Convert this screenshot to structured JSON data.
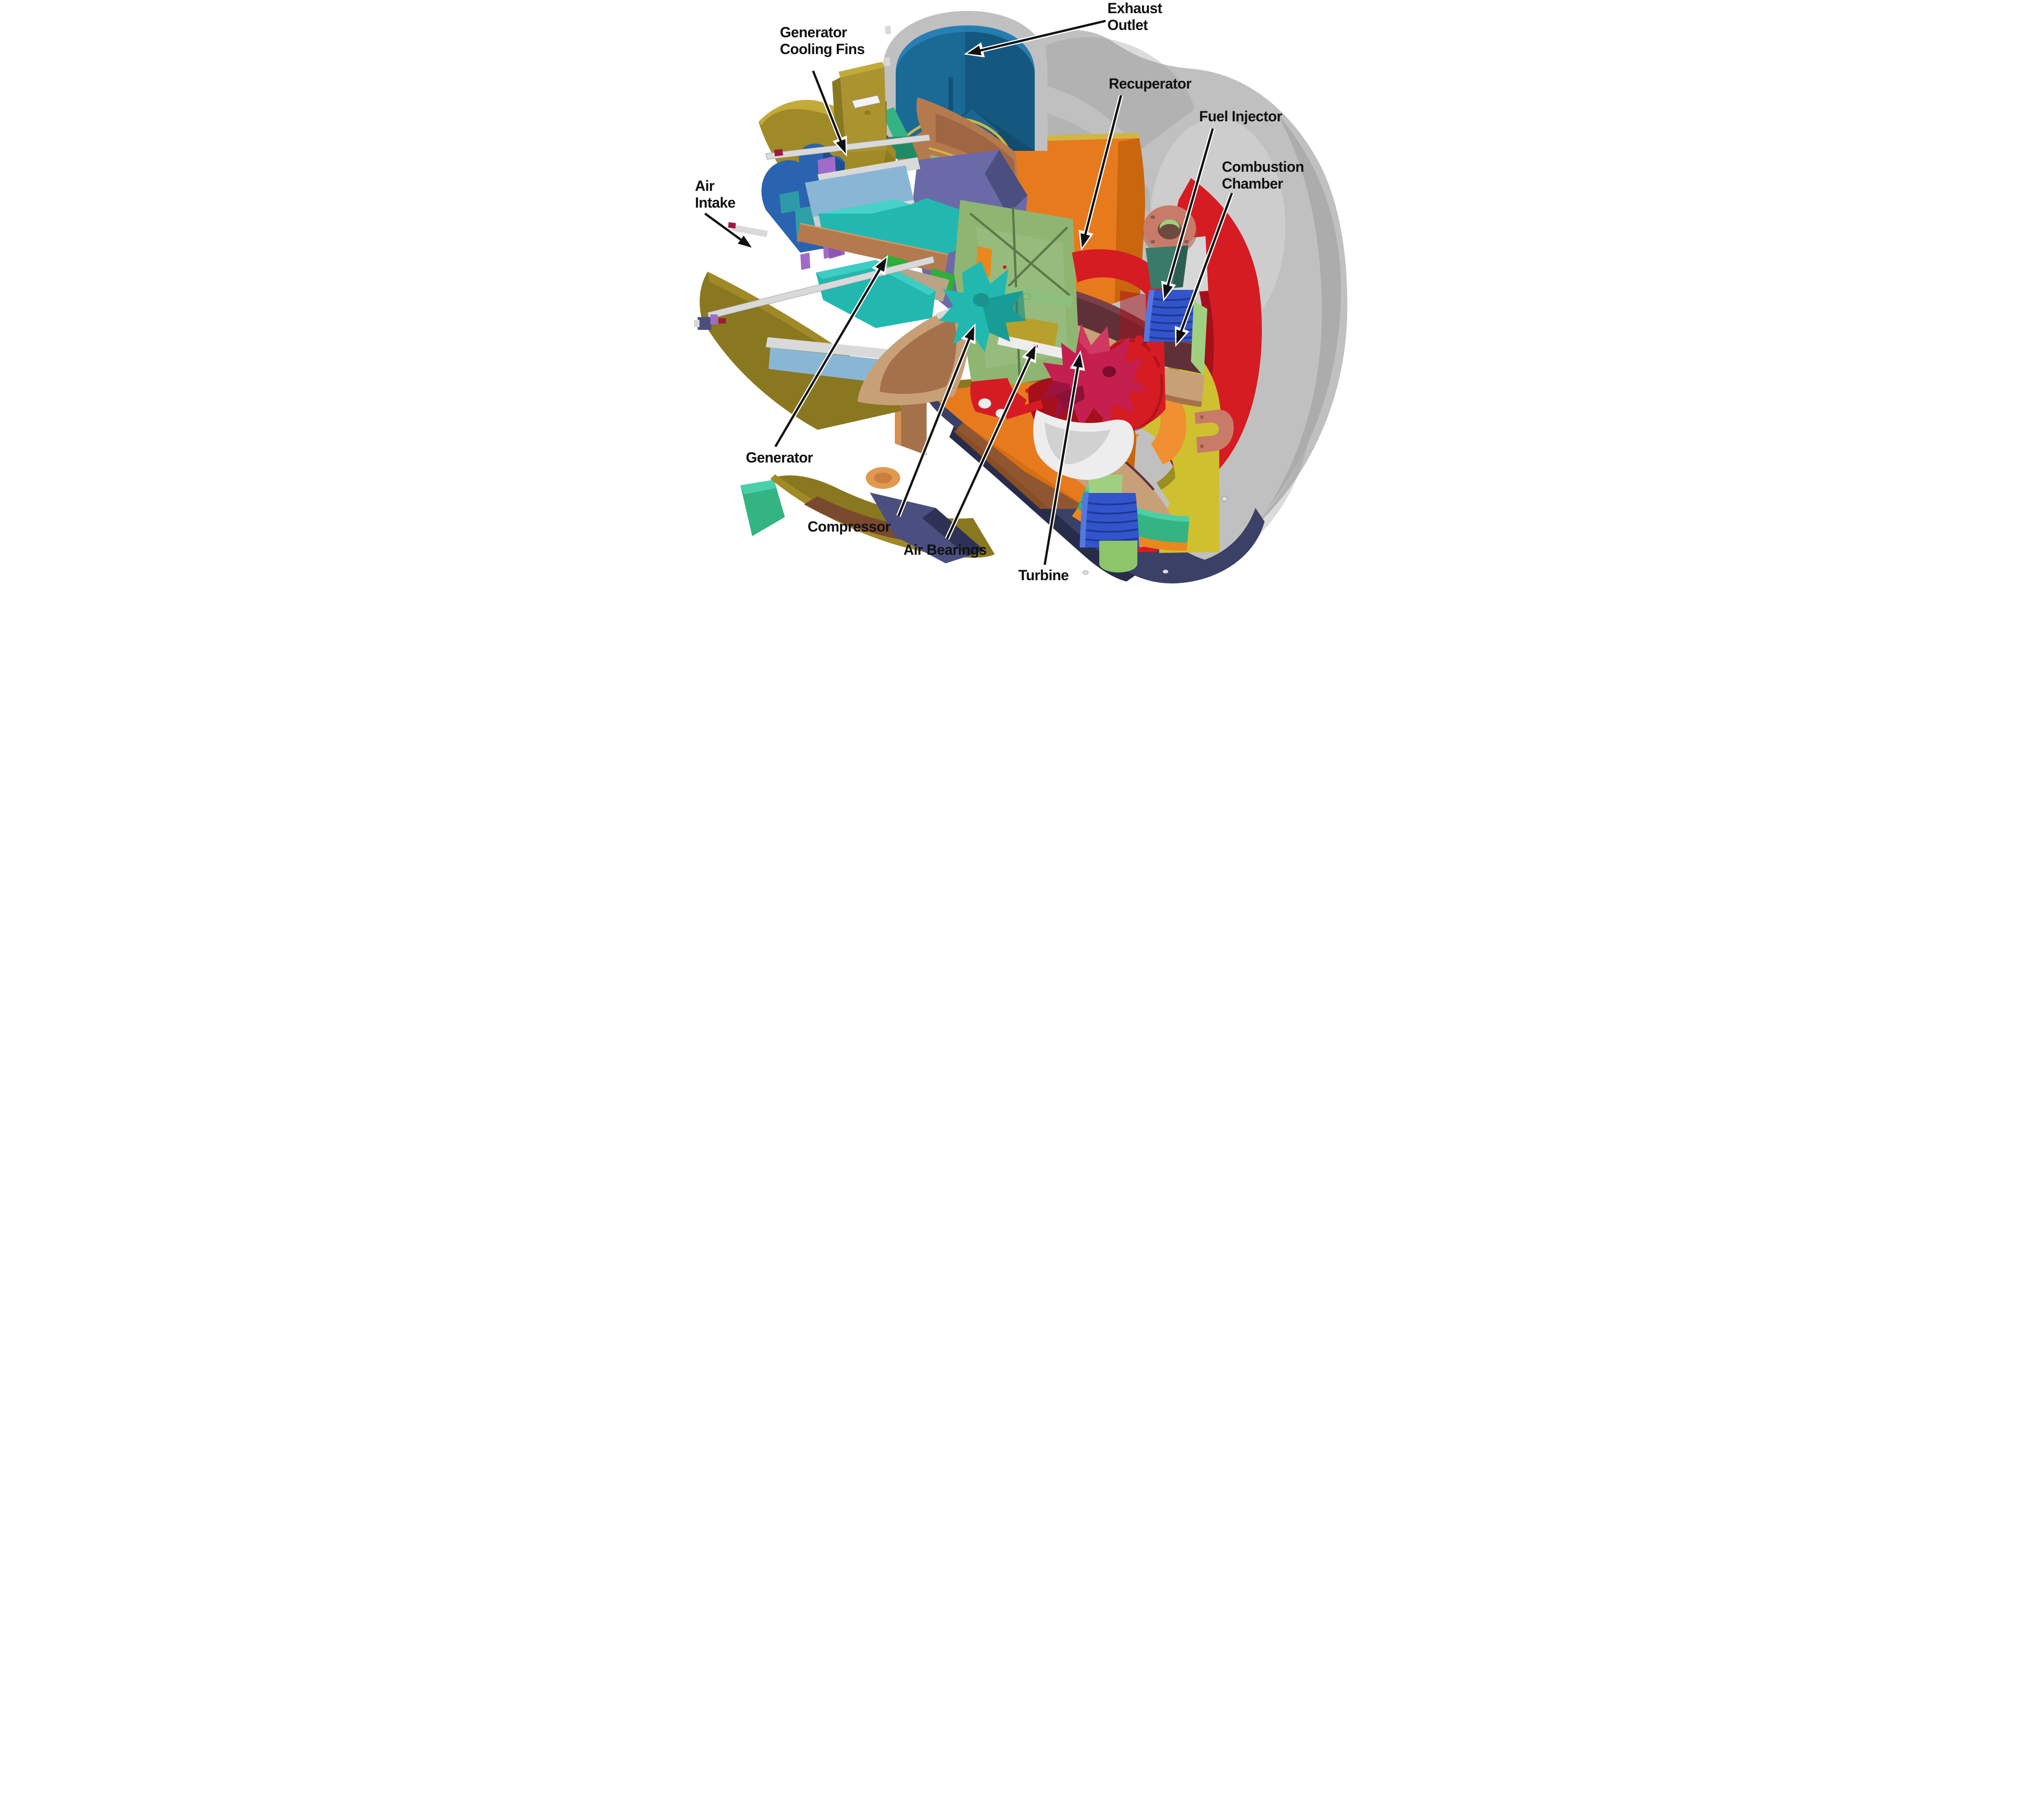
{
  "figure": {
    "type": "cutaway-diagram",
    "subject": "Microturbine engine cutaway with labeled components",
    "labels": [
      {
        "id": "exhaust-outlet",
        "line1": "Exhaust",
        "line2": "Outlet"
      },
      {
        "id": "generator-cooling-fins",
        "line1": "Generator",
        "line2": "Cooling Fins"
      },
      {
        "id": "recuperator",
        "line1": "Recuperator"
      },
      {
        "id": "fuel-injector",
        "line1": "Fuel Injector"
      },
      {
        "id": "combustion-chamber",
        "line1": "Combustion",
        "line2": "Chamber"
      },
      {
        "id": "air-intake",
        "line1": "Air",
        "line2": "Intake"
      },
      {
        "id": "generator",
        "line1": "Generator"
      },
      {
        "id": "compressor",
        "line1": "Compressor"
      },
      {
        "id": "air-bearings",
        "line1": "Air Bearings"
      },
      {
        "id": "turbine",
        "line1": "Turbine"
      }
    ],
    "palette": {
      "ink": "#111111",
      "gray_light": "#d7d7d7",
      "gray_mid": "#c0c0c0",
      "gray_dark": "#979797",
      "steel": "#d9d9d9",
      "white2": "#f4f4f4",
      "silver2": "#ededed",
      "navy": "#3a4066",
      "navy_dark": "#272c4a",
      "slate_blue": "#6a6aa8",
      "slate_deep": "#4a4f80",
      "olive": "#a08a28",
      "olive_light": "#c2ab3a",
      "olive_dark": "#79671d",
      "khaki": "#8a7820",
      "khaki_light": "#ab9330",
      "orange": "#e87a1e",
      "orange_dark": "#c9660e",
      "orange_bright": "#f09030",
      "orange_small": "#e8881f",
      "red": "#d51c22",
      "red_dark": "#a5101a",
      "crimson": "#b00c3c",
      "turbine_crimson": "#c41f4f",
      "turbine_dark": "#8c1038",
      "turbine_light": "#d94a6e",
      "blue_exhaust": "#1a6a96",
      "blue_exhaust_dark": "#10486e",
      "blue_exhaust_light": "#2a85bb",
      "cobalt": "#2a63b0",
      "cobalt_dark": "#1c4a8a",
      "cyan": "#22b8b0",
      "cyan_light": "#46d2c8",
      "cyan_dark": "#148884",
      "teal_green": "#34b383",
      "teal_light": "#49d0a8",
      "dark_teal": "#3a7a6a",
      "purple": "#a06cc8",
      "purple_dark": "#8a54b4",
      "magenta": "#a01840",
      "lightblue": "#8ab6d6",
      "copper": "#b5794e",
      "copper_dark": "#8a573a",
      "copper_light": "#e09a50",
      "tan": "#c8a078",
      "tan_dark": "#a5714b",
      "tan_gray": "#b9a488",
      "sage": "#8fb573",
      "sage_dark": "#5a7a4a",
      "green": "#2fae3a",
      "green_light": "#8fbf7f",
      "green_pale": "#9fd080",
      "green_bright": "#8cc56a",
      "maroon": "#5f3038",
      "maroon_light": "#7a4048",
      "brown_inner": "#7a4a30",
      "gold": "#d1b545",
      "mustard": "#b8a02c",
      "yellow": "#cfc030",
      "bellows_blue": "#3355cc",
      "bellows_dark": "#203899",
      "bellows_light": "#5577e0",
      "salmon": "#c87b68",
      "salmon_dark": "#a05848"
    }
  }
}
